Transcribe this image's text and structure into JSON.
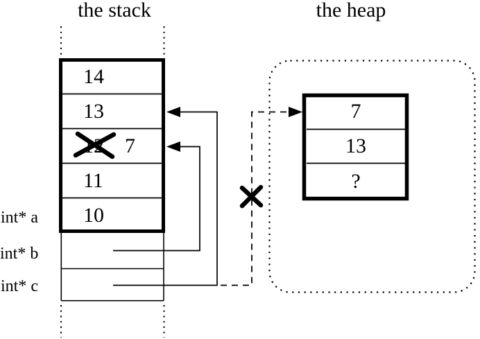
{
  "diagram": {
    "stack": {
      "title": "the stack",
      "cells": [
        {
          "value": "14"
        },
        {
          "value": "13"
        },
        {
          "old_value": "12",
          "value": "7",
          "crossed_out": true
        },
        {
          "value": "11"
        },
        {
          "value": "10"
        }
      ],
      "variables": [
        {
          "label": "int* a"
        },
        {
          "label": "int* b"
        },
        {
          "label": "int* c"
        }
      ]
    },
    "heap": {
      "title": "the heap",
      "cells": [
        {
          "value": "7"
        },
        {
          "value": "13"
        },
        {
          "value": "?"
        }
      ]
    },
    "icons": {
      "arrowhead": "filled triangle",
      "cross_out": "bold X"
    },
    "colors": {
      "ink": "#000000",
      "paper": "#ffffff"
    }
  }
}
